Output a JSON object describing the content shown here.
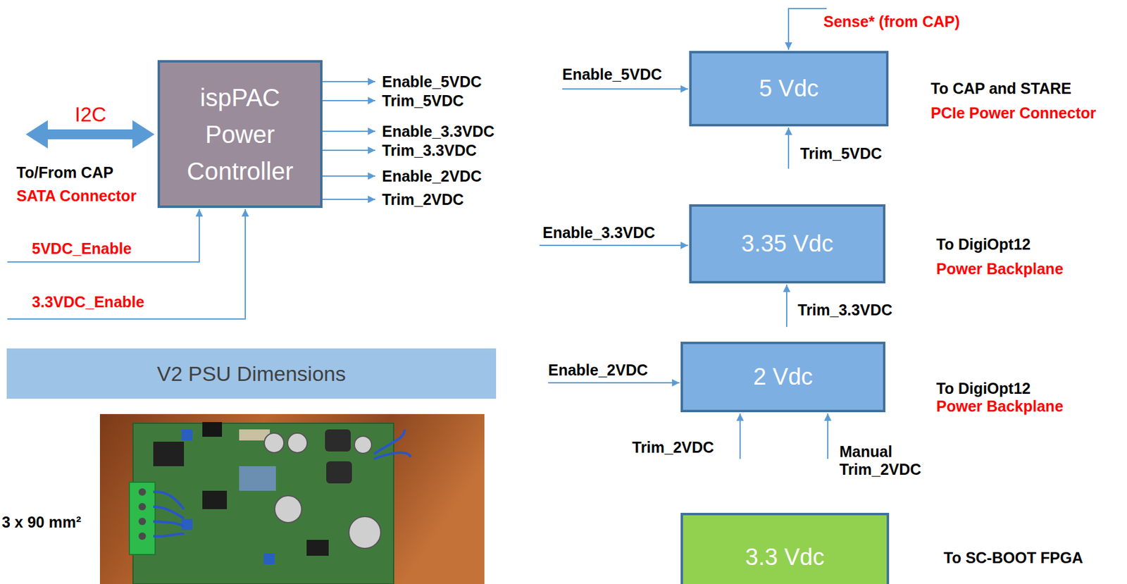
{
  "diagram": {
    "nodes": [
      {
        "text": [
          "ispPAC Power Controller"
        ]
      },
      {
        "text": [
          "V2 PSU Dimensions"
        ]
      },
      {
        "text": [
          "5 Vdc"
        ]
      },
      {
        "text": [
          "3.35 Vdc"
        ]
      },
      {
        "text": [
          "2 Vdc"
        ]
      },
      {
        "text": [
          "3.3 Vdc"
        ]
      }
    ],
    "labels": [
      "I2C",
      "To/From CAP",
      "SATA Connector",
      "Enable_5VDC",
      "Trim_5VDC",
      "Enable_3.3VDC",
      "Trim_3.3VDC",
      "Enable_2VDC",
      "Trim_2VDC",
      "5VDC_Enable",
      "3.3VDC_Enable",
      "3 x 90 mm²",
      "Sense* (from CAP)",
      "Enable_5VDC",
      "To CAP and STARE",
      "PCIe Power Connector",
      "Trim_5VDC",
      "Enable_3.3VDC",
      "To DigiOpt12",
      "Power Backplane",
      "Trim_3.3VDC",
      "Enable_2VDC",
      "To DigiOpt12",
      "Power Backplane",
      "Trim_2VDC",
      "Manual Trim_2VDC",
      "To SC-BOOT FPGA"
    ]
  }
}
